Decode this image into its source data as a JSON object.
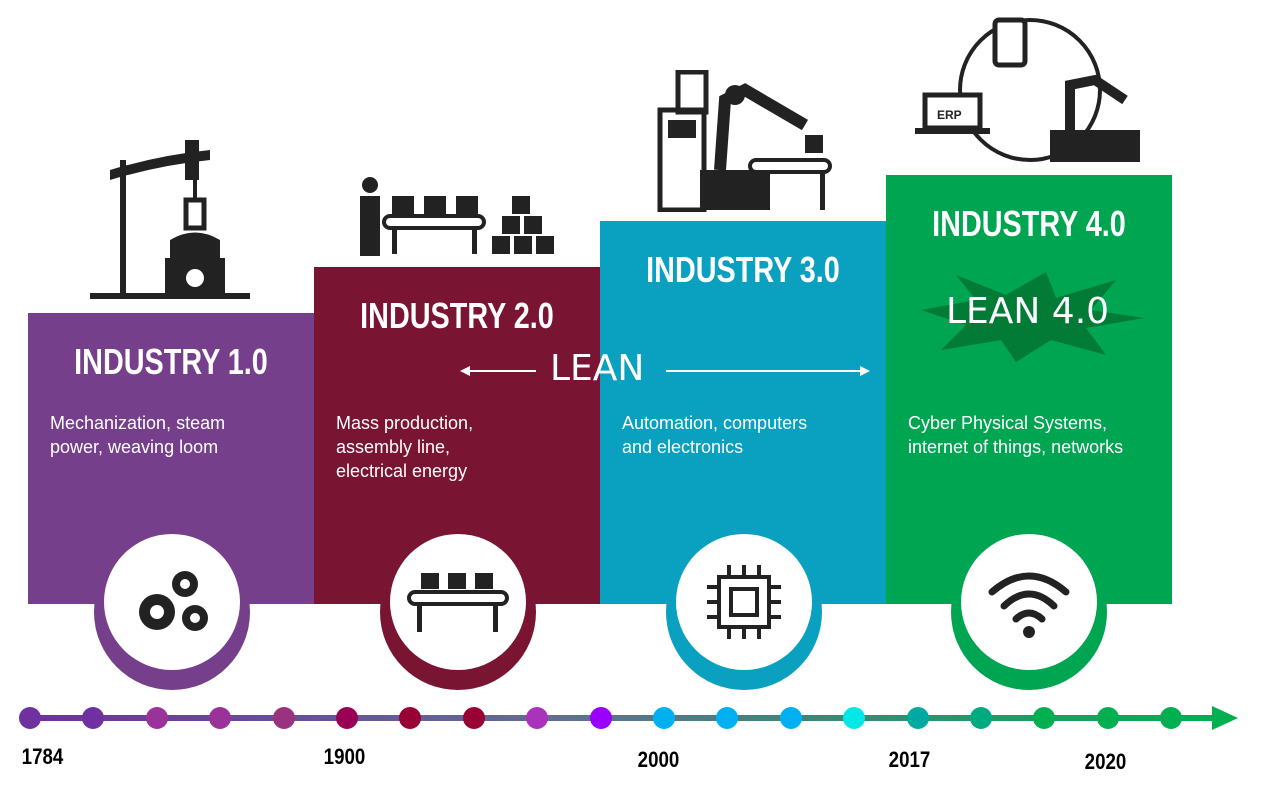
{
  "stages": [
    {
      "title": "INDUSTRY 1.0",
      "description": "Mechanization, steam power, weaving loom",
      "color": "#763f8c",
      "icon": "gears-icon",
      "illustration": "steam-pump-illustration"
    },
    {
      "title": "INDUSTRY 2.0",
      "description": "Mass production, assembly line, electrical energy",
      "color": "#791533",
      "icon": "conveyor-icon",
      "illustration": "assembly-line-illustration"
    },
    {
      "title": "INDUSTRY 3.0",
      "description": "Automation, computers and electronics",
      "color": "#0aa0bf",
      "icon": "chip-icon",
      "illustration": "robot-arm-illustration"
    },
    {
      "title": "INDUSTRY 4.0",
      "description": "Cyber Physical Systems, internet of things, networks",
      "color": "#00a551",
      "icon": "wifi-icon",
      "illustration": "iot-network-illustration"
    }
  ],
  "lean_label": "LEAN",
  "lean4_label": "LEAN 4.0",
  "illustration_text": {
    "erp": "ERP"
  },
  "timeline": {
    "dot_colors": [
      "#7030a0",
      "#7030a0",
      "#993399",
      "#993399",
      "#993380",
      "#990055",
      "#990033",
      "#990033",
      "#aa33bb",
      "#9900ff",
      "#00b0f0",
      "#00b0f0",
      "#00b0f0",
      "#00e8e8",
      "#00aaa0",
      "#00aa80",
      "#00b050",
      "#00b050",
      "#00b050"
    ],
    "years": [
      "1784",
      "1900",
      "2000",
      "2017",
      "2020"
    ]
  }
}
